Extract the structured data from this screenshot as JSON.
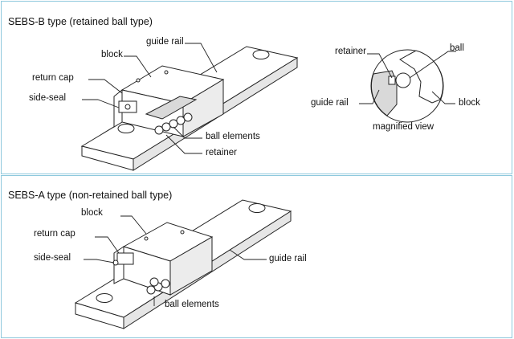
{
  "panel_b": {
    "heading": "SEBS-B type (retained ball type)",
    "labels": {
      "guide_rail": "guide rail",
      "block": "block",
      "return_cap": "return cap",
      "side_seal": "side-seal",
      "ball_elements": "ball elements",
      "retainer": "retainer"
    },
    "magnified": {
      "retainer": "retainer",
      "ball": "ball",
      "guide_rail": "guide rail",
      "block": "block",
      "caption": "magnified view"
    }
  },
  "panel_a": {
    "heading": "SEBS-A type (non-retained ball type)",
    "labels": {
      "block": "block",
      "return_cap": "return cap",
      "side_seal": "side-seal",
      "guide_rail": "guide rail",
      "ball_elements": "ball elements"
    }
  },
  "colors": {
    "border": "#8fc9dd",
    "part_fill": "#ffffff",
    "shade": "#d9d9d9",
    "line": "#222222"
  }
}
